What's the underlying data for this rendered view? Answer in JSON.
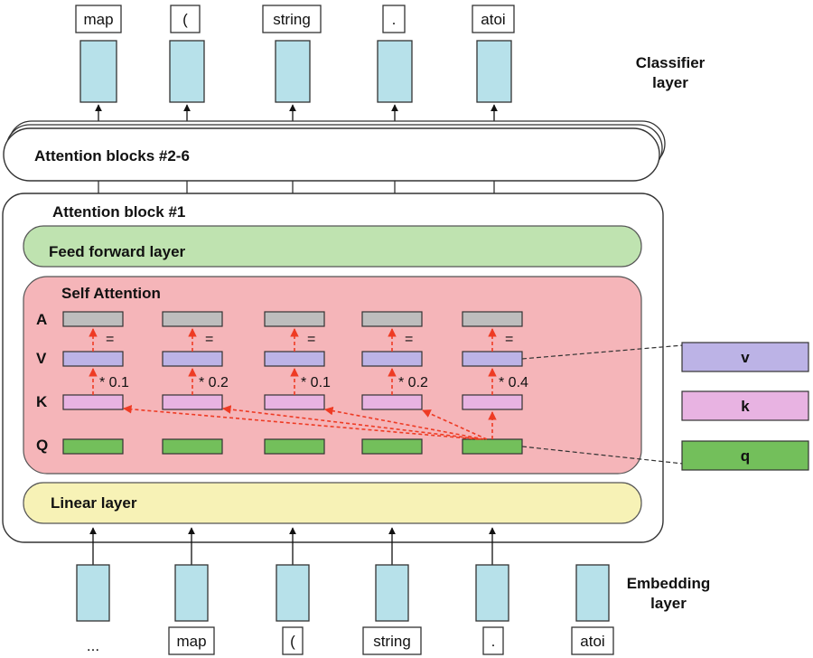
{
  "colors": {
    "embed_box": "#b7e1ea",
    "feed_forward": "#bfe3b0",
    "self_attention": "#f5b5b9",
    "linear": "#f7f2b6",
    "attn_a": "#bdbdbd",
    "attn_v": "#bcb3e6",
    "attn_k": "#e8b3e2",
    "attn_q": "#73bf5b",
    "arrow_red": "#ee3b24"
  },
  "classifier": {
    "label": "Classifier layer",
    "tokens": [
      "map",
      "(",
      "string",
      ".",
      "atoi"
    ]
  },
  "attention_blocks_label": "Attention blocks #2-6",
  "block1": {
    "title": "Attention block #1",
    "feed_forward_label": "Feed forward layer",
    "self_attention_label": "Self Attention",
    "linear_label": "Linear layer",
    "row_labels": {
      "a": "A",
      "v": "V",
      "k": "K",
      "q": "Q"
    },
    "equals": [
      "=",
      "=",
      "=",
      "=",
      "="
    ],
    "weights": [
      "* 0.1",
      "* 0.2",
      "* 0.1",
      "* 0.2",
      "* 0.4"
    ]
  },
  "side_vectors": {
    "v": "v",
    "k": "k",
    "q": "q"
  },
  "embedding": {
    "label": "Embedding layer",
    "tokens": [
      "...",
      "map",
      "(",
      "string",
      ".",
      "atoi"
    ]
  }
}
